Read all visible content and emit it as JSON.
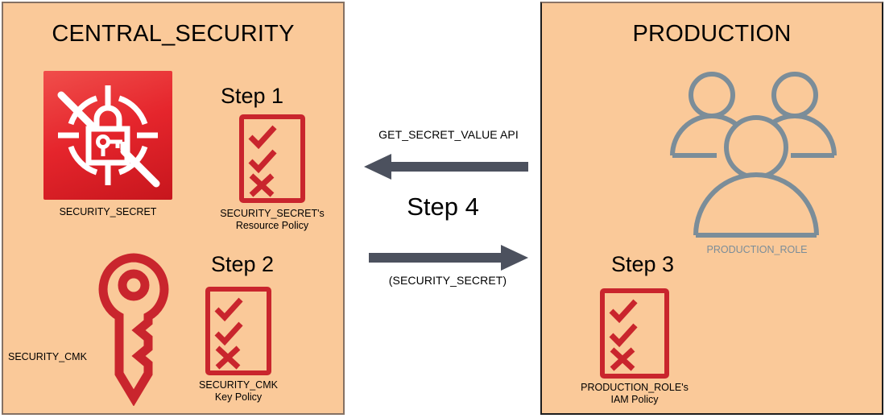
{
  "diagram": {
    "title_left": "CENTRAL_SECURITY",
    "title_right": "PRODUCTION",
    "panel_color": "#fac999",
    "accent_red": "#c9252d",
    "accent_gray": "#7b8d99",
    "arrow_color": "#4c515e"
  },
  "left_panel": {
    "title": "CENTRAL_SECURITY",
    "secret": {
      "icon_name": "security-secret-icon",
      "caption": "SECURITY_SECRET"
    },
    "cmk": {
      "icon_name": "key-icon",
      "caption": "SECURITY_CMK"
    },
    "step1": {
      "step_label": "Step 1",
      "caption": "SECURITY_SECRET's\nResource Policy",
      "marks": [
        "check",
        "check",
        "cross"
      ]
    },
    "step2": {
      "step_label": "Step 2",
      "caption": "SECURITY_CMK\nKey Policy",
      "marks": [
        "check",
        "check",
        "cross"
      ]
    }
  },
  "middle": {
    "top_arrow_label": "GET_SECRET_VALUE API",
    "top_arrow_direction": "left",
    "step_label": "Step 4",
    "bottom_arrow_label": "(SECURITY_SECRET)",
    "bottom_arrow_direction": "right"
  },
  "right_panel": {
    "title": "PRODUCTION",
    "role": {
      "icon_name": "users-group-icon",
      "caption": "PRODUCTION_ROLE"
    },
    "step3": {
      "step_label": "Step 3",
      "caption": "PRODUCTION_ROLE's\nIAM Policy",
      "marks": [
        "check",
        "check",
        "cross"
      ]
    }
  }
}
